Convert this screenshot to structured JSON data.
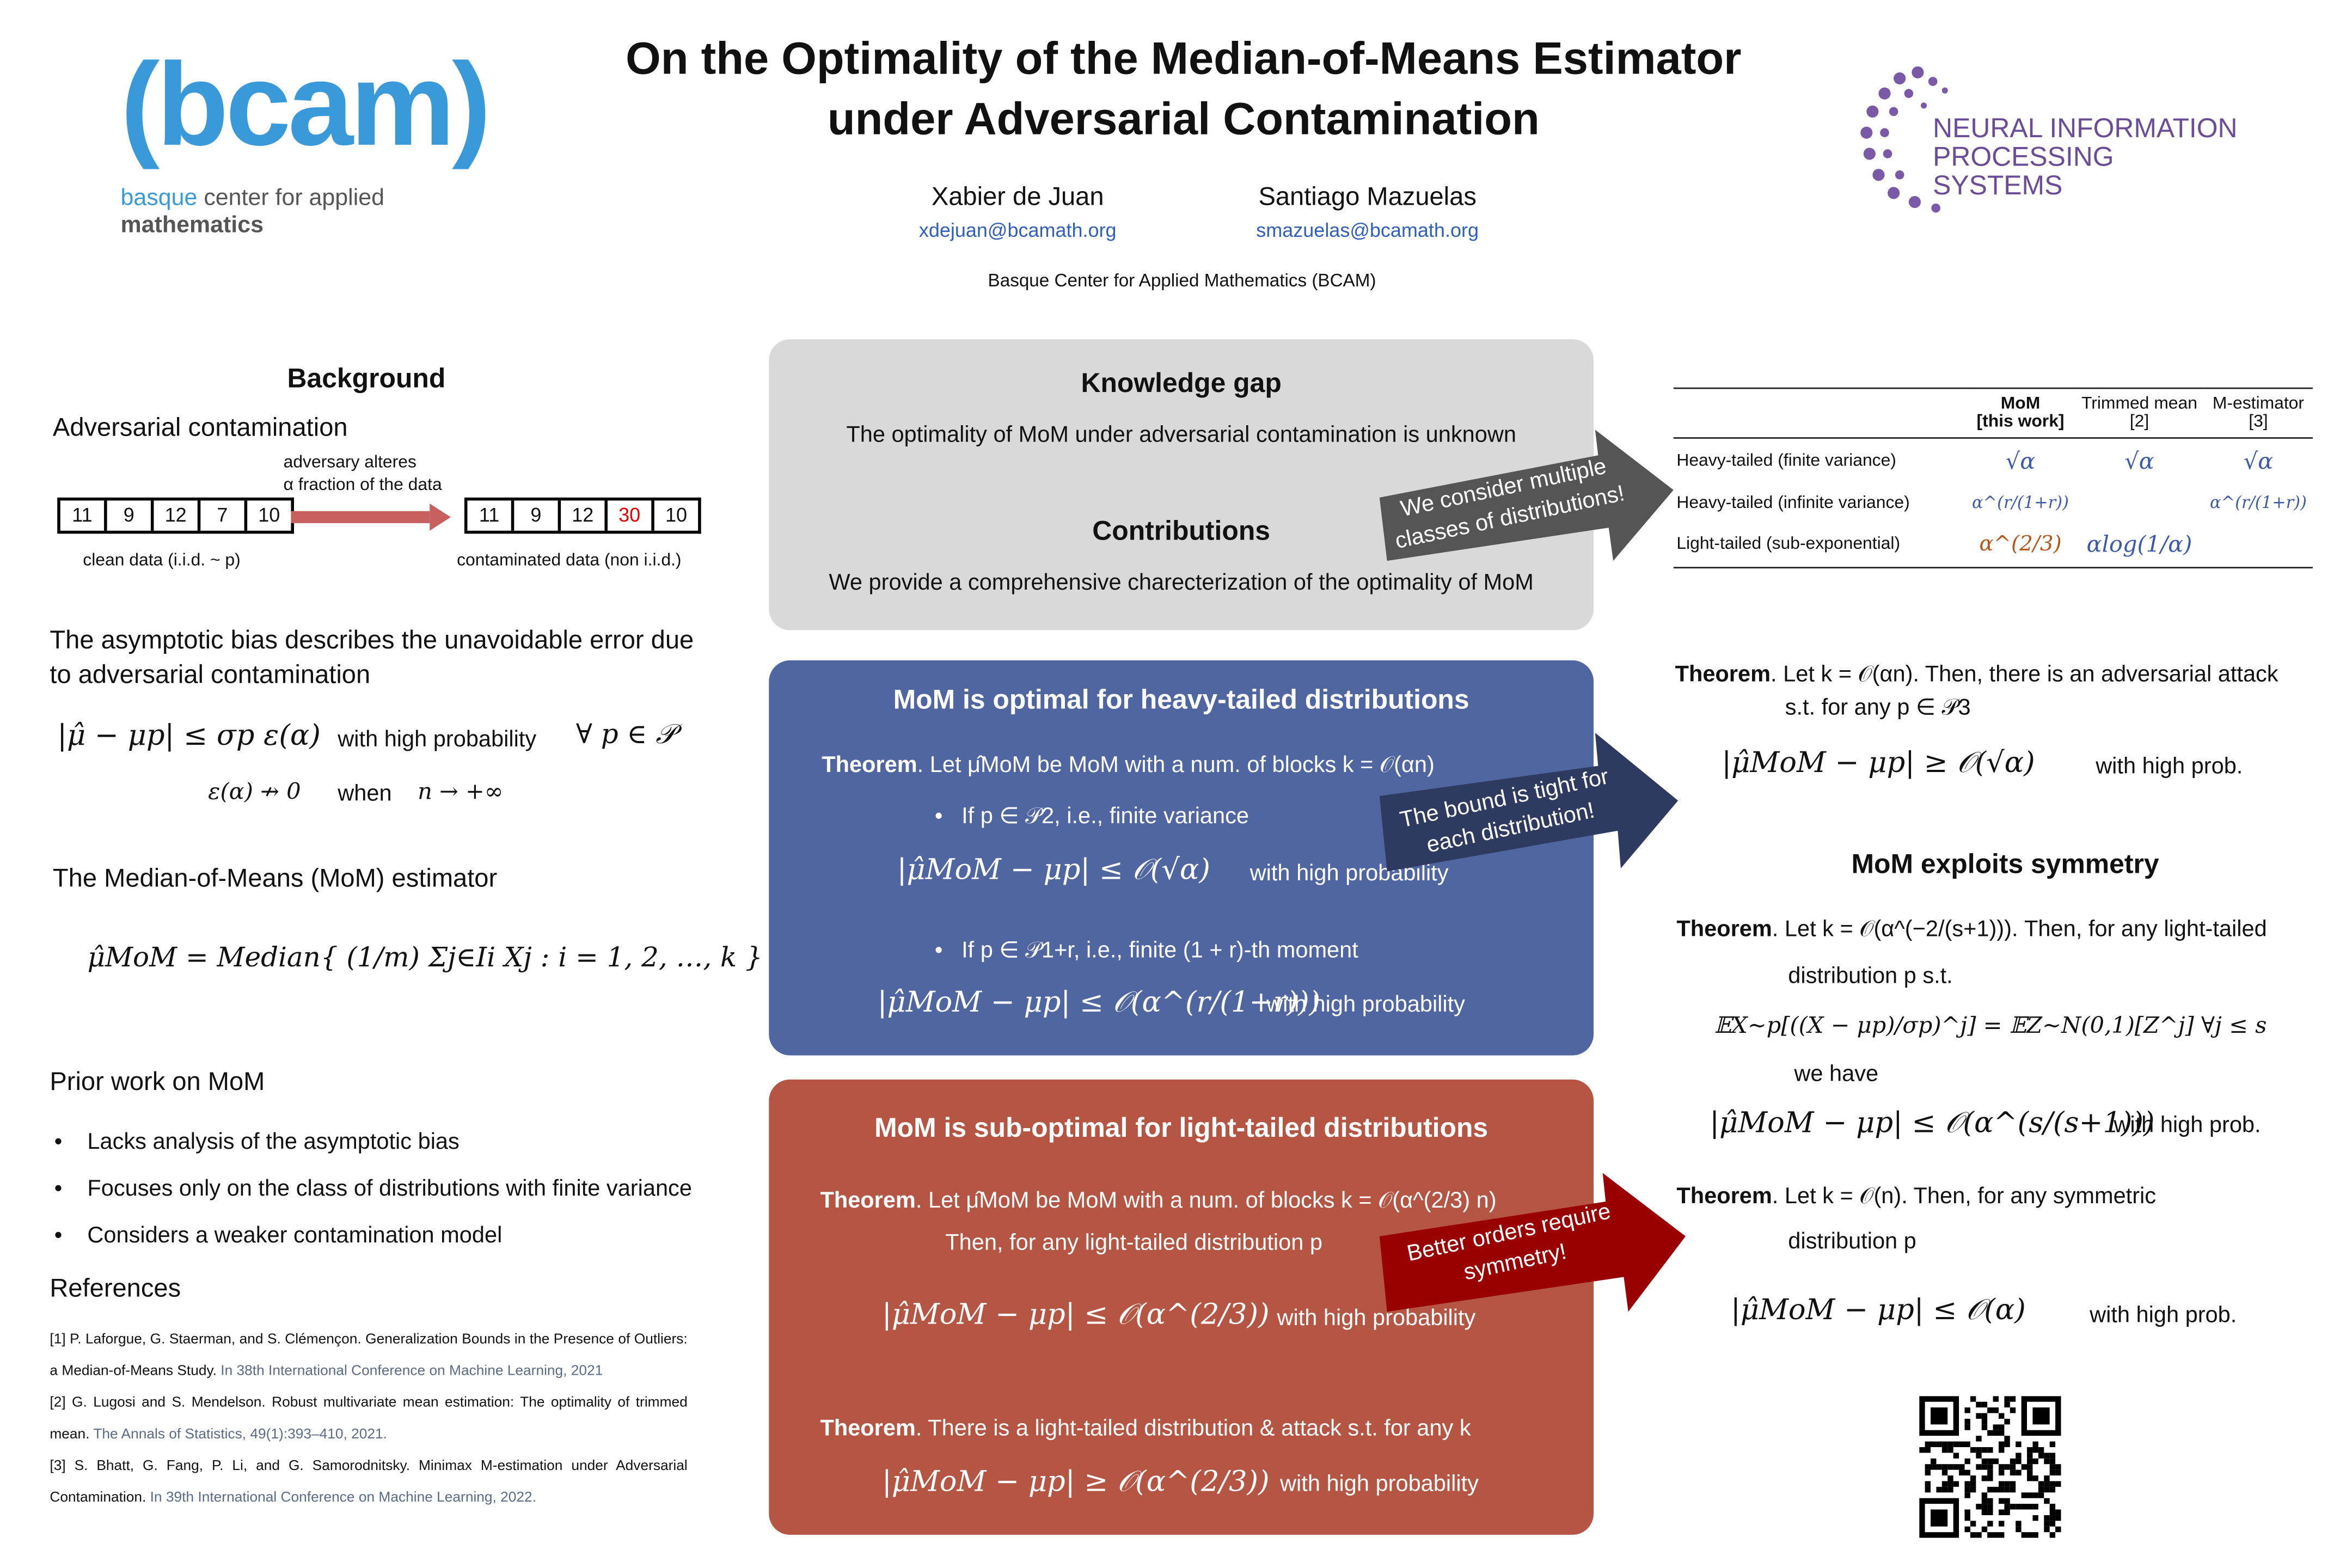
{
  "header": {
    "title_line1": "On the Optimality of the Median-of-Means Estimator",
    "title_line2": "under Adversarial Contamination",
    "authors": [
      {
        "name": "Xabier de Juan",
        "email": "xdejuan@bcamath.org"
      },
      {
        "name": "Santiago Mazuelas",
        "email": "smazuelas@bcamath.org"
      }
    ],
    "affiliation": "Basque Center for Applied Mathematics (BCAM)",
    "logo_left": {
      "mark": "(bcam)",
      "tag_a": "basque",
      "tag_b": "center for applied",
      "tag_c": "mathematics"
    },
    "logo_right": {
      "line1": "NEURAL INFORMATION",
      "line2": "PROCESSING SYSTEMS"
    }
  },
  "colors": {
    "blue_box": "#5066a0",
    "red_box": "#b55645",
    "grey_box": "#d9d9d9",
    "accent_red": "#e00000"
  },
  "background": {
    "heading": "Background",
    "adv_title": "Adversarial contamination",
    "adv_note1": "adversary alteres",
    "adv_note2": "α  fraction of the data",
    "clean": [
      "11",
      "9",
      "12",
      "7",
      "10"
    ],
    "contaminated": [
      "11",
      "9",
      "12",
      "30",
      "10"
    ],
    "clean_label": "clean data (i.i.d. ~ p)",
    "contaminated_label": "contaminated data (non i.i.d.)",
    "bias_text": "The asymptotic bias describes the unavoidable error due to adversarial contamination",
    "bias_formula": "|μ̂ − μp| ≤ σp ε(α)",
    "bias_whp": "with high probability",
    "bias_forall": "∀ p ∈ 𝒫",
    "eps_formula": "ε(α) ↛ 0",
    "when": "when",
    "limit": "n → +∞",
    "mom_title": "The Median-of-Means (MoM) estimator",
    "mom_formula": "μ̂MoM = Median{ (1/m) Σj∈Ii Xj : i = 1, 2, …, k }",
    "prior_title": "Prior work on MoM",
    "prior": [
      "Lacks analysis of the asymptotic bias",
      "Focuses only on the class of distributions with finite variance",
      "Considers a weaker contamination model"
    ],
    "refs_title": "References",
    "refs": [
      {
        "main": "[1] P. Laforgue, G. Staerman, and S. Clémençon. Generalization Bounds in the Presence of Outliers: a Median-of-Means Study.",
        "venue": "In 38th International Conference on Machine Learning, 2021"
      },
      {
        "main": "[2] G. Lugosi and S. Mendelson. Robust multivariate mean estimation: The optimality of trimmed mean.",
        "venue": "The Annals of Statistics, 49(1):393–410, 2021."
      },
      {
        "main": "[3] S. Bhatt, G. Fang, P. Li, and G. Samorodnitsky. Minimax M-estimation under Adversarial Contamination.",
        "venue": "In 39th International Conference on Machine Learning, 2022."
      }
    ]
  },
  "gap": {
    "heading": "Knowledge gap",
    "text": "The optimality of MoM under adversarial contamination is unknown",
    "contrib_heading": "Contributions",
    "contrib_text": "We provide a comprehensive charecterization of the optimality of MoM",
    "arrow_label": "We consider multiple classes of distributions!"
  },
  "heavy": {
    "heading": "MoM is optimal for heavy-tailed distributions",
    "thm_label": "Theorem",
    "thm_text": ". Let μ̂MoM be MoM with a num. of blocks k = 𝒪(αn)",
    "b1": "If p ∈ 𝒫2, i.e., finite variance",
    "f1": "|μ̂MoM − μp| ≤ 𝒪(√α)",
    "b2": "If p ∈ 𝒫1+r, i.e., finite  (1 + r)-th moment",
    "f2": "|μ̂MoM − μp| ≤ 𝒪(α^(r/(1+r)))",
    "whp": "with high probability",
    "arrow_label": "The bound is tight for each distribution!"
  },
  "light": {
    "heading": "MoM is sub-optimal for light-tailed distributions",
    "thm_label": "Theorem",
    "thm_text": ". Let μ̂MoM be MoM with a num. of blocks k = 𝒪(α^(2/3) n)",
    "thm_text2": "Then, for any light-tailed distribution p",
    "f1": "|μ̂MoM − μp| ≤ 𝒪(α^(2/3))",
    "thm2_text": ". There is a light-tailed distribution & attack s.t. for any k",
    "f2": "|μ̂MoM − μp| ≥ 𝒪(α^(2/3))",
    "whp": "with high probability",
    "arrow_label": "Better orders require symmetry!"
  },
  "table": {
    "headers": [
      {
        "l1": "MoM",
        "l2": "[this work]"
      },
      {
        "l1": "Trimmed mean",
        "l2": "[2]"
      },
      {
        "l1": "M-estimator",
        "l2": "[3]"
      }
    ],
    "rows": [
      {
        "label": "Heavy-tailed (finite variance)",
        "cells": [
          "√α",
          "√α",
          "√α"
        ]
      },
      {
        "label": "Heavy-tailed (infinite variance)",
        "cells": [
          "α^(r/(1+r))",
          "",
          "α^(r/(1+r))"
        ]
      },
      {
        "label": "Light-tailed (sub-exponential)",
        "cells": [
          "α^(2/3)",
          "αlog(1/α)",
          ""
        ]
      }
    ]
  },
  "right": {
    "thm1_label": "Theorem",
    "thm1_text": ". Let k = 𝒪(αn). Then, there is an adversarial attack",
    "thm1_text2": "s.t. for any p ∈ 𝒫3",
    "thm1_formula": "|μ̂MoM − μp| ≥ 𝒪(√α)",
    "whp": "with high prob.",
    "sym_heading": "MoM exploits symmetry",
    "thm2_label": "Theorem",
    "thm2_text": ". Let k = 𝒪(α^(−2/(s+1))). Then, for any light-tailed",
    "thm2_text2": "distribution p  s.t.",
    "thm2_moment": "𝔼X∼p[((X − μp)/σp)^j] = 𝔼Z∼N(0,1)[Z^j]   ∀j ≤ s",
    "we_have": "we  have",
    "thm2_formula": "|μ̂MoM − μp| ≤ 𝒪(α^(s/(s+1)))",
    "thm3_label": "Theorem",
    "thm3_text": ". Let k = 𝒪(n). Then, for any symmetric",
    "thm3_text2": "distribution p",
    "thm3_formula": "|μ̂MoM − μp| ≤ 𝒪(α)"
  }
}
